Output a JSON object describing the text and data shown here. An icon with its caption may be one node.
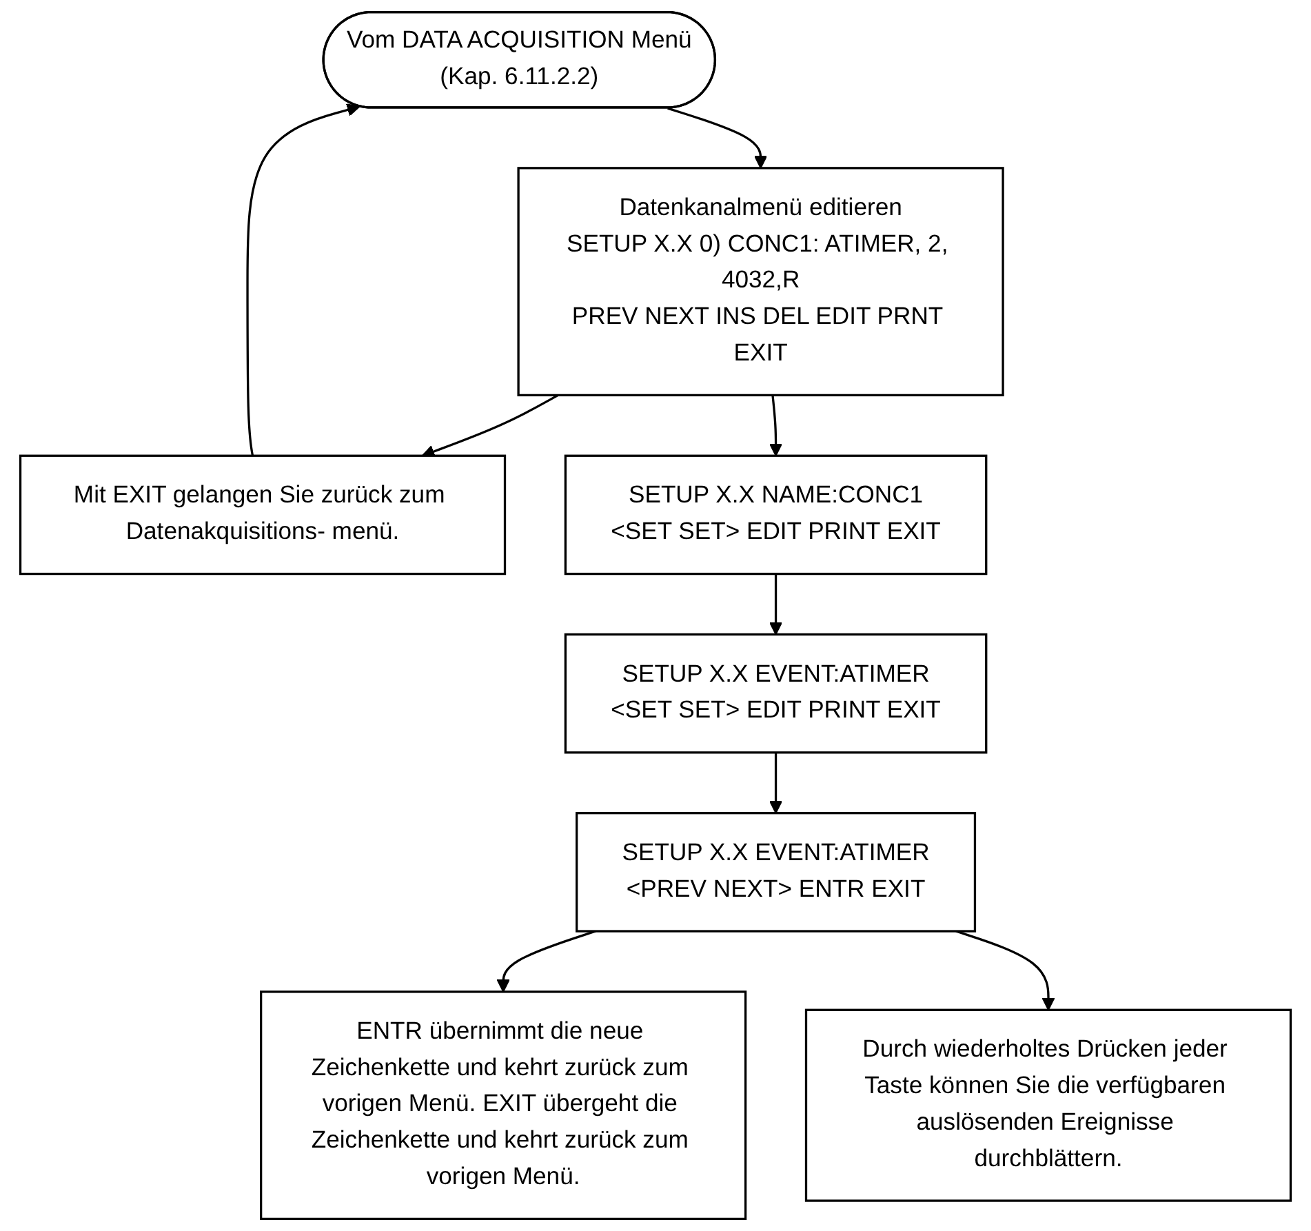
{
  "diagram": {
    "nodes": [
      {
        "text": [
          "Vom DATA ACQUISITION Menü",
          "(Kap. 6.11.2.2)"
        ]
      },
      {
        "text": [
          "Datenkanalmenü editieren",
          "SETUP X.X 0) CONC1: ATIMER, 2, 4032,R",
          "PREV NEXT INS DEL EDIT PRNT EXIT"
        ]
      },
      {
        "text": [
          "Mit EXIT gelangen Sie zurück zum Datenakquisitions- menü."
        ]
      },
      {
        "text": [
          "SETUP X.X NAME:CONC1",
          "<SET SET> EDIT PRINT EXIT"
        ]
      },
      {
        "text": [
          "SETUP X.X EVENT:ATIMER",
          "<SET SET> EDIT PRINT EXIT"
        ]
      },
      {
        "text": [
          "SETUP X.X EVENT:ATIMER",
          "<PREV NEXT> ENTR EXIT"
        ]
      },
      {
        "text": [
          "ENTR übernimmt die neue Zeichenkette und kehrt zurück zum vorigen Menü. EXIT übergeht die Zeichenkette und kehrt zurück zum vorigen Menü."
        ]
      },
      {
        "text": [
          "Durch wiederholtes Drücken jeder Taste können Sie die verfügbaren auslösenden Ereignisse durchblättern."
        ]
      }
    ],
    "edges": [
      {
        "from": 0,
        "to": 1,
        "arrow": "to"
      },
      {
        "from": 1,
        "to": 2,
        "arrow": "to"
      },
      {
        "from": 2,
        "to": 0,
        "arrow": "to"
      },
      {
        "from": 1,
        "to": 3,
        "arrow": "to"
      },
      {
        "from": 3,
        "to": 4,
        "arrow": "to"
      },
      {
        "from": 4,
        "to": 5,
        "arrow": "to"
      },
      {
        "from": 5,
        "to": 6,
        "arrow": "to"
      },
      {
        "from": 5,
        "to": 7,
        "arrow": "to"
      }
    ]
  }
}
